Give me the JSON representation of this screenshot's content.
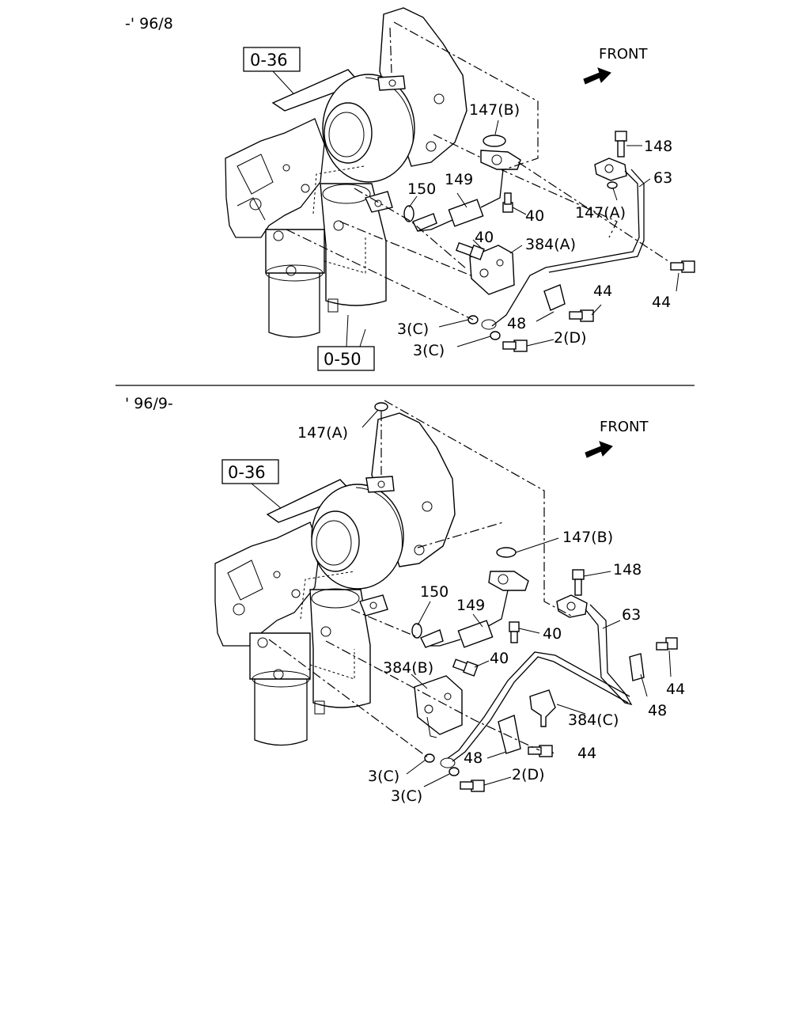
{
  "top": {
    "period": "-' 96/8",
    "front": "FRONT",
    "ref_036": "0-36",
    "ref_050": "0-50",
    "callouts": {
      "c147b": "147(B)",
      "c148": "148",
      "c63": "63",
      "c150": "150",
      "c149": "149",
      "c40a": "40",
      "c147a": "147(A)",
      "c40b": "40",
      "c384a": "384(A)",
      "c44a": "44",
      "c44b": "44",
      "c3c1": "3(C)",
      "c48": "48",
      "c3c2": "3(C)",
      "c2d": "2(D)"
    }
  },
  "bottom": {
    "period": "' 96/9-",
    "front": "FRONT",
    "ref_036": "0-36",
    "callouts": {
      "c147a": "147(A)",
      "c147b": "147(B)",
      "c148": "148",
      "c150": "150",
      "c149": "149",
      "c40a": "40",
      "c63": "63",
      "c40b": "40",
      "c384b": "384(B)",
      "c44a": "44",
      "c48a": "48",
      "c384c": "384(C)",
      "c44b": "44",
      "c3c1": "3(C)",
      "c48b": "48",
      "c2d": "2(D)",
      "c3c2": "3(C)"
    }
  }
}
